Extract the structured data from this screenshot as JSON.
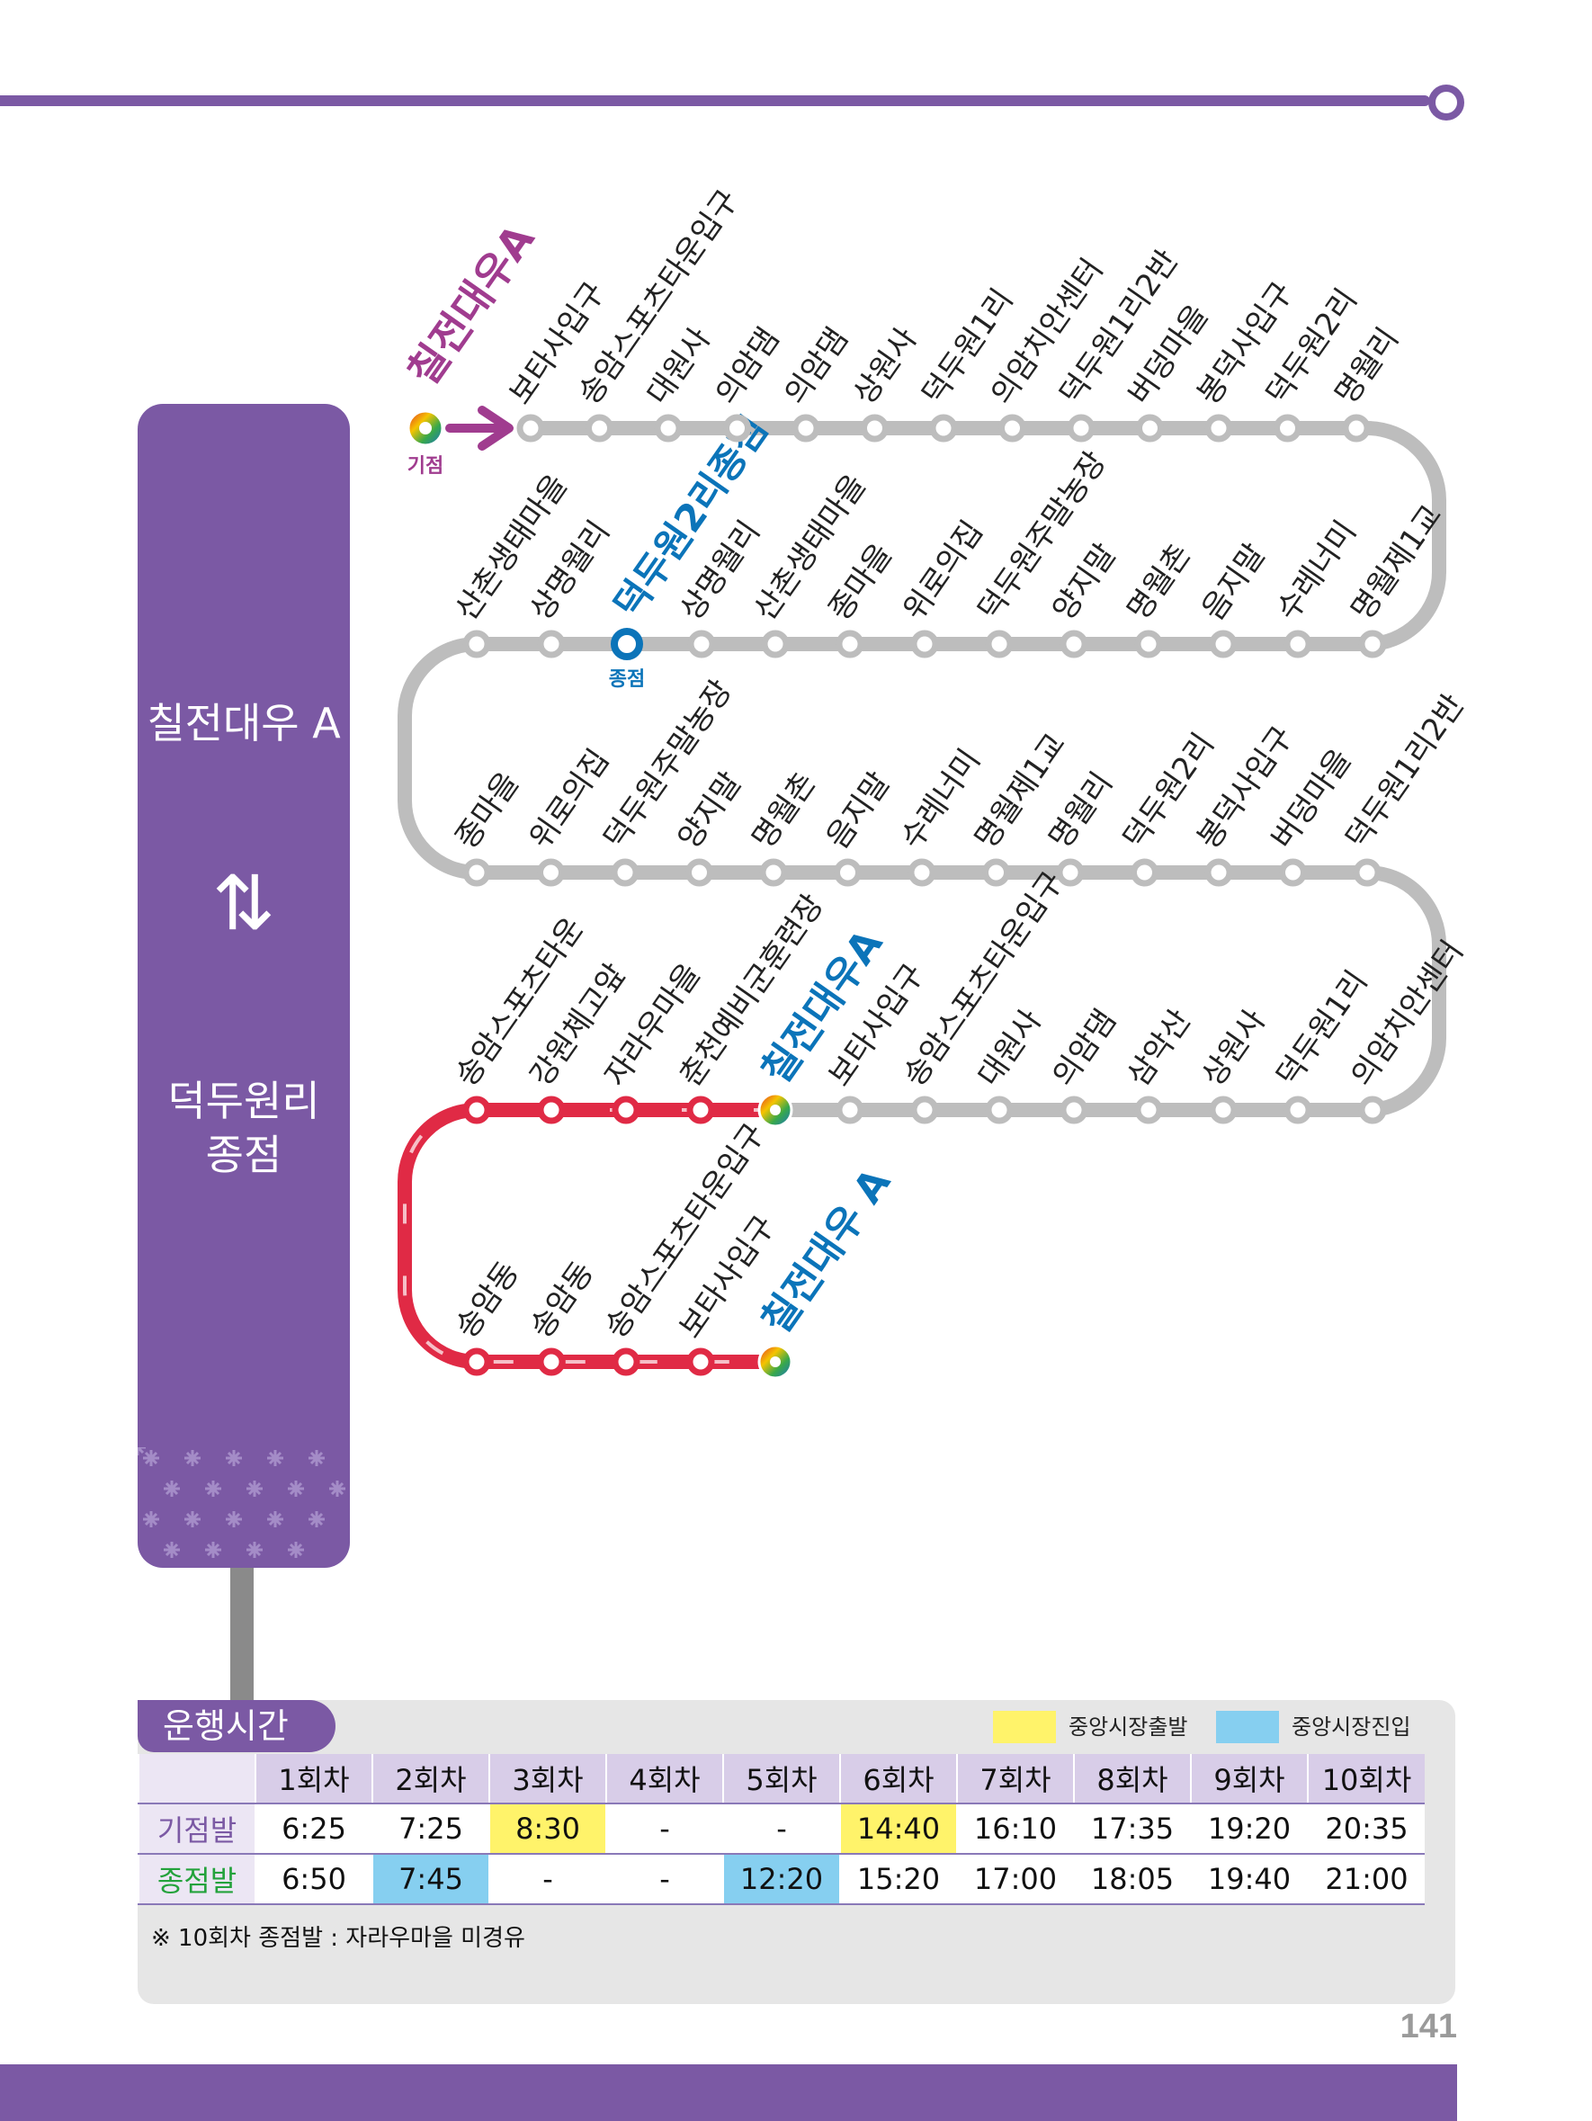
{
  "page_number": "141",
  "colors": {
    "brand_purple": "#7b59a4",
    "route_gray": "#bdbdbd",
    "route_red": "#e02a45",
    "start_label": "#a03c8f",
    "end_label": "#0b74b9",
    "highlight_yellow": "#fff36a",
    "highlight_blue": "#86cff0",
    "depart_row_label": "#7b59a4",
    "return_row_label": "#24a23c"
  },
  "side_panel": {
    "origin": "칠전대우 A",
    "arrow_icon": "up-down-arrows-icon",
    "destination_line1": "덕두원리",
    "destination_line2": "종점"
  },
  "route": {
    "start_marker_label": "기점",
    "end_marker_label": "종점",
    "start_title": "칠전대우A",
    "turnaround_title": "덕두원2리종점",
    "rejoin_title": "칠전대우A",
    "final_title": "칠전대우 A",
    "row1": [
      "보타사입구",
      "송암스포츠타운입구",
      "대원사",
      "의암댐",
      "의암댐",
      "상원사",
      "덕두원1리",
      "의암치안센터",
      "덕두원1리2반",
      "버덩마을",
      "봉덕사입구",
      "덕두원2리",
      "명월리"
    ],
    "row2": [
      "산촌생태마을",
      "상명월리",
      "상명월리",
      "산촌생태마을",
      "종마을",
      "위로의집",
      "덕두원주말농장",
      "양지말",
      "명월촌",
      "음지말",
      "수레너미",
      "명월제1교"
    ],
    "row3": [
      "종마을",
      "위로의집",
      "덕두원주말농장",
      "양지말",
      "명월촌",
      "음지말",
      "수레너미",
      "명월제1교",
      "명월리",
      "덕두원2리",
      "봉덕사입구",
      "버덩마을",
      "덕두원1리2반"
    ],
    "row4": [
      "송암스포츠타운",
      "강원체고앞",
      "자라우마을",
      "춘천예비군훈련장",
      "보타사입구",
      "송암스포츠타운입구",
      "대원사",
      "의암댐",
      "삼악산",
      "상원사",
      "덕두원1리",
      "의암치안센터"
    ],
    "row5": [
      "송암동",
      "송암동",
      "송암스포츠타운입구",
      "보타사입구"
    ]
  },
  "timetable": {
    "tab_title": "운행시간",
    "legend_yellow": "중앙시장출발",
    "legend_blue": "중앙시장진입",
    "headers": [
      "1회차",
      "2회차",
      "3회차",
      "4회차",
      "5회차",
      "6회차",
      "7회차",
      "8회차",
      "9회차",
      "10회차"
    ],
    "depart_label": "기점발",
    "return_label": "종점발",
    "depart_times": [
      "6:25",
      "7:25",
      "8:30",
      "-",
      "-",
      "14:40",
      "16:10",
      "17:35",
      "19:20",
      "20:35"
    ],
    "return_times": [
      "6:50",
      "7:45",
      "-",
      "-",
      "12:20",
      "15:20",
      "17:00",
      "18:05",
      "19:40",
      "21:00"
    ],
    "depart_highlights": [
      "",
      "",
      "yellow",
      "",
      "",
      "yellow",
      "",
      "",
      "",
      ""
    ],
    "return_highlights": [
      "",
      "blue",
      "",
      "",
      "blue",
      "",
      "",
      "",
      "",
      ""
    ],
    "note": "※ 10회차 종점발 : 자라우마을 미경유"
  }
}
